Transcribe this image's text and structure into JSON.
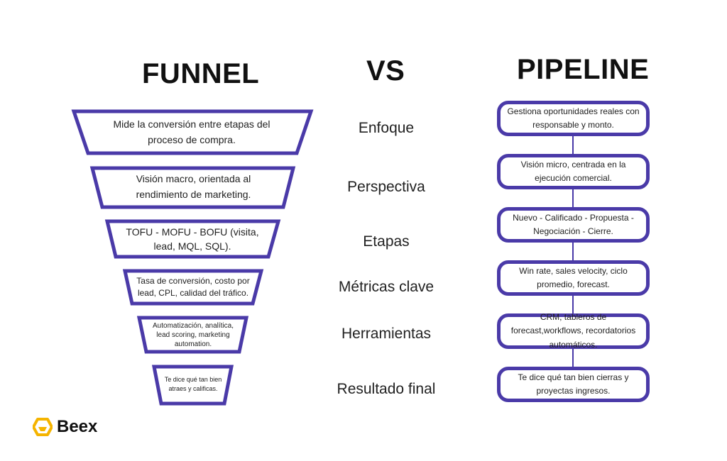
{
  "headings": {
    "left": "FUNNEL",
    "center": "VS",
    "right": "PIPELINE"
  },
  "colors": {
    "accent": "#4a3aa8",
    "logo": "#f5b400",
    "text": "#222222"
  },
  "rows": [
    {
      "label": "Enfoque",
      "funnel": "Mide la conversión entre etapas del proceso de compra.",
      "pipeline": "Gestiona oportunidades reales con responsable y monto."
    },
    {
      "label": "Perspectiva",
      "funnel": "Visión macro, orientada al rendimiento de marketing.",
      "pipeline": "Visión micro, centrada en la ejecución comercial."
    },
    {
      "label": "Etapas",
      "funnel": "TOFU - MOFU - BOFU (visita, lead, MQL, SQL).",
      "pipeline": "Nuevo - Calificado - Propuesta - Negociación - Cierre."
    },
    {
      "label": "Métricas clave",
      "funnel": "Tasa de conversión, costo por lead, CPL, calidad del tráfico.",
      "pipeline": "Win rate, sales velocity, ciclo promedio, forecast."
    },
    {
      "label": "Herramientas",
      "funnel": "Automatización, analítica, lead scoring, marketing automation.",
      "pipeline": "CRM, tableros de forecast,workflows, recordatorios automáticos."
    },
    {
      "label": "Resultado final",
      "funnel": "Te dice qué tan bien atraes y calificas.",
      "pipeline": "Te dice qué tan bien cierras y proyectas ingresos."
    }
  ],
  "logo": {
    "text": "Beex",
    "icon": "hexagon-logo-icon"
  }
}
